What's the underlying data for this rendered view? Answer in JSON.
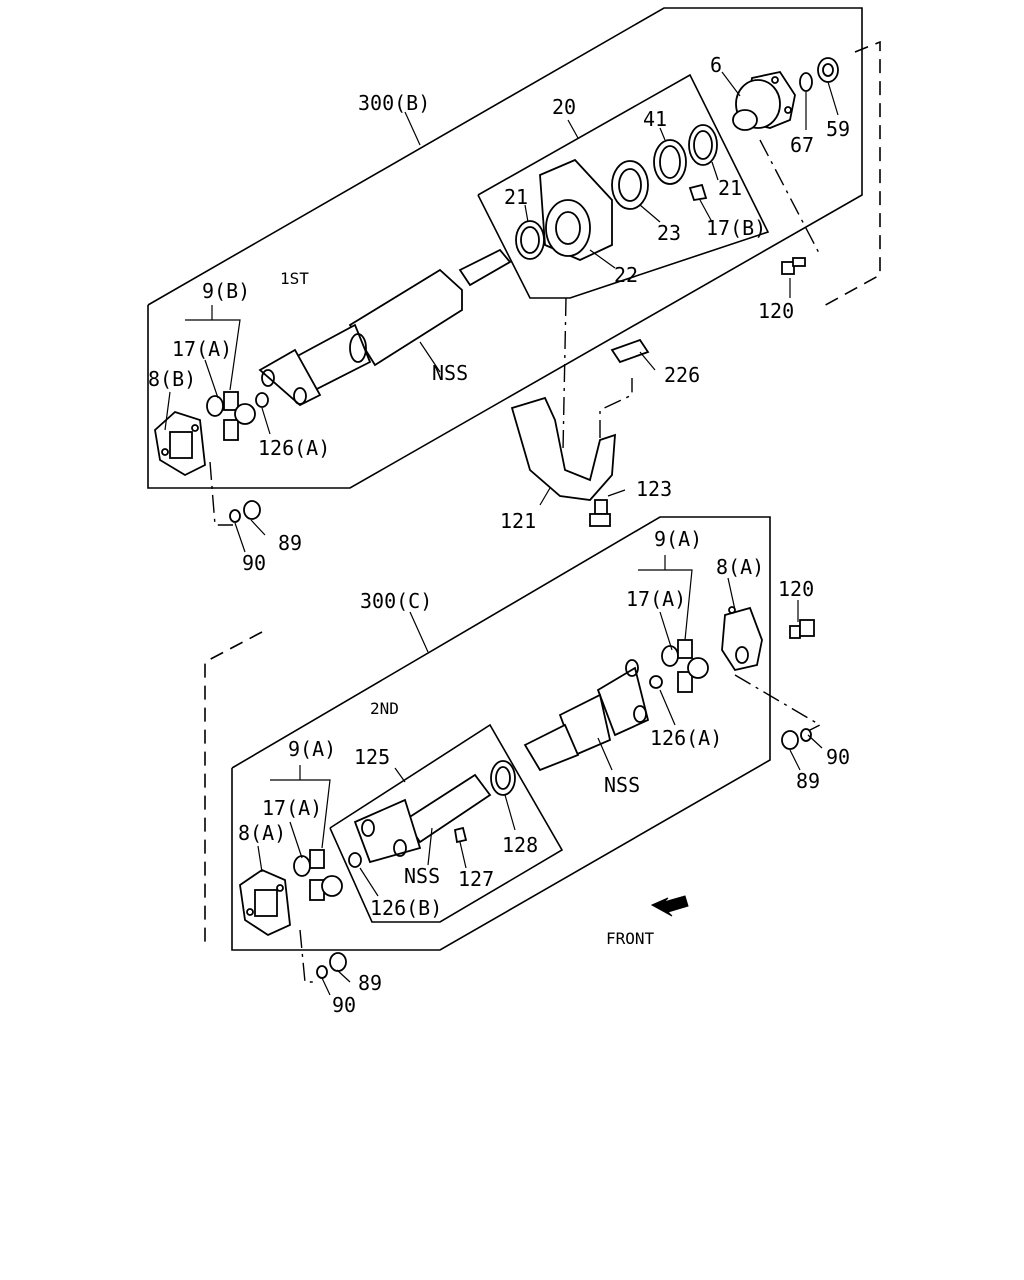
{
  "labels": {
    "assy_300b": "300(B)",
    "assy_300c": "300(C)",
    "grp_20": "20",
    "p6": "6",
    "p67": "67",
    "p59": "59",
    "p41": "41",
    "p21a": "21",
    "p21b": "21",
    "p23": "23",
    "p17b": "17(B)",
    "p22": "22",
    "p120a": "120",
    "p1st": "1ST",
    "p9b": "9(B)",
    "p17a1": "17(A)",
    "p8b": "8(B)",
    "pnss1": "NSS",
    "p126a1": "126(A)",
    "p226": "226",
    "p123": "123",
    "p121": "121",
    "p89a": "89",
    "p90a": "90",
    "p9a1": "9(A)",
    "p8a1": "8(A)",
    "p120b": "120",
    "p17a2": "17(A)",
    "p2nd": "2ND",
    "p126a2": "126(A)",
    "p90b": "90",
    "p89b": "89",
    "pnss2": "NSS",
    "p125": "125",
    "p9a2": "9(A)",
    "p17a3": "17(A)",
    "p8a2": "8(A)",
    "p128": "128",
    "pnss3": "NSS",
    "p127": "127",
    "p126b": "126(B)",
    "p89c": "89",
    "p90c": "90",
    "front": "FRONT"
  }
}
